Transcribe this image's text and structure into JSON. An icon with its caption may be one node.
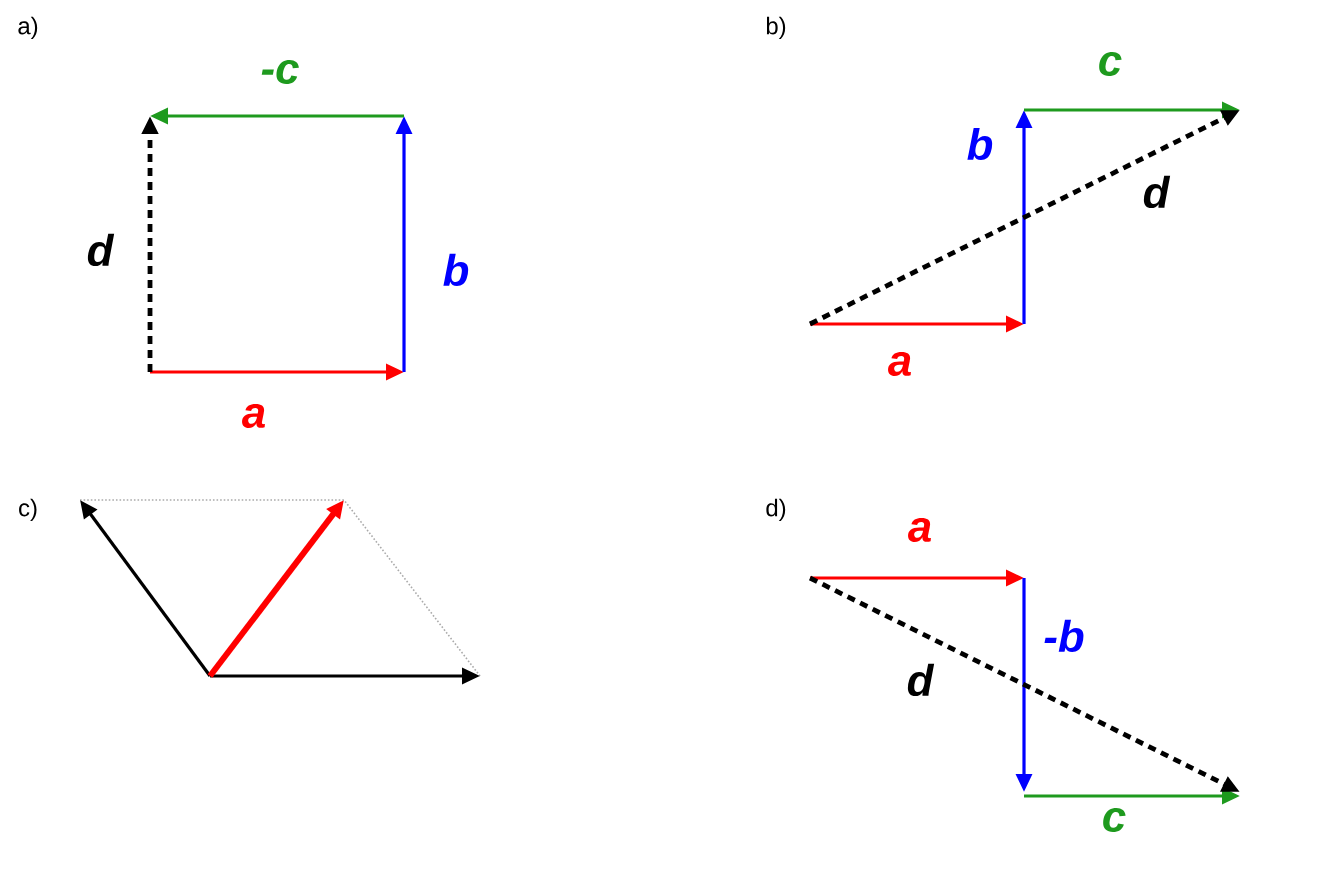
{
  "diagram": {
    "labels": [
      "a)",
      "-c",
      "d",
      "b",
      "a",
      "b)",
      "c",
      "b",
      "d",
      "a",
      "c)",
      "d)",
      "a",
      "-b",
      "d",
      "c"
    ]
  }
}
